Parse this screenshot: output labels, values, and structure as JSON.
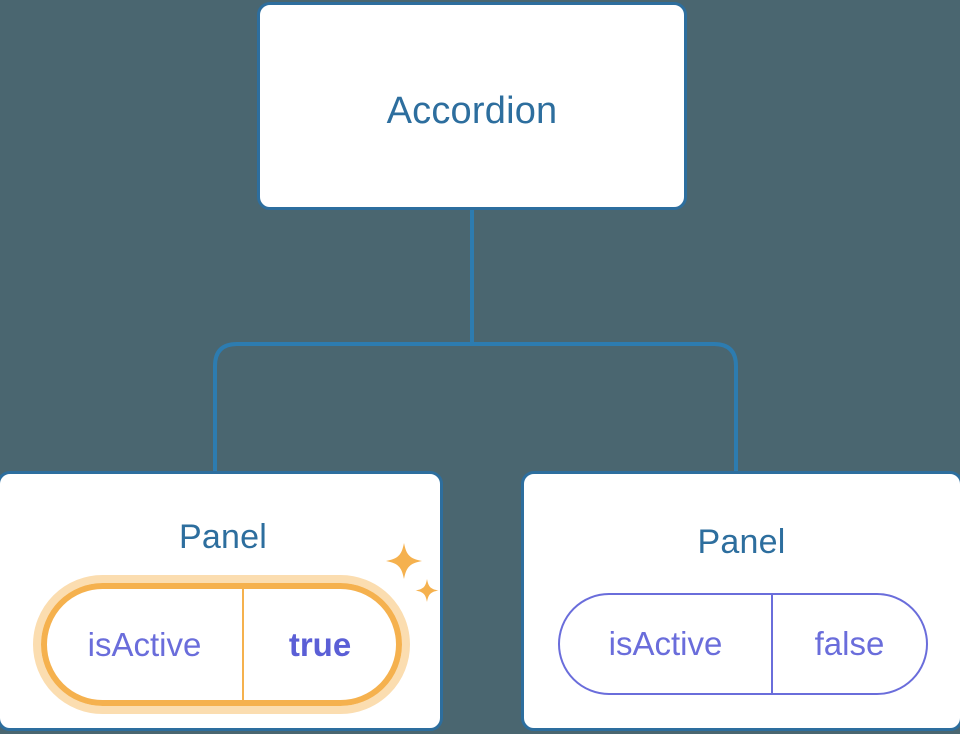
{
  "canvas": {
    "background_color": "#4a6670",
    "edge_color": "#2d7cb0",
    "node_border_color": "#2d6e9e",
    "node_title_color": "#2d6e9e",
    "prop_color": "#6a6ddb",
    "highlight_color": "#f5b14e",
    "highlight_glow_color": "#fbddb0",
    "highlight_value_color": "#5b5fd6"
  },
  "tree": {
    "root": {
      "title": "Accordion"
    },
    "children": [
      {
        "title": "Panel",
        "highlighted": true,
        "prop": {
          "key": "isActive",
          "value": "true"
        },
        "decoration": "sparkles-icon"
      },
      {
        "title": "Panel",
        "highlighted": false,
        "prop": {
          "key": "isActive",
          "value": "false"
        }
      }
    ]
  }
}
